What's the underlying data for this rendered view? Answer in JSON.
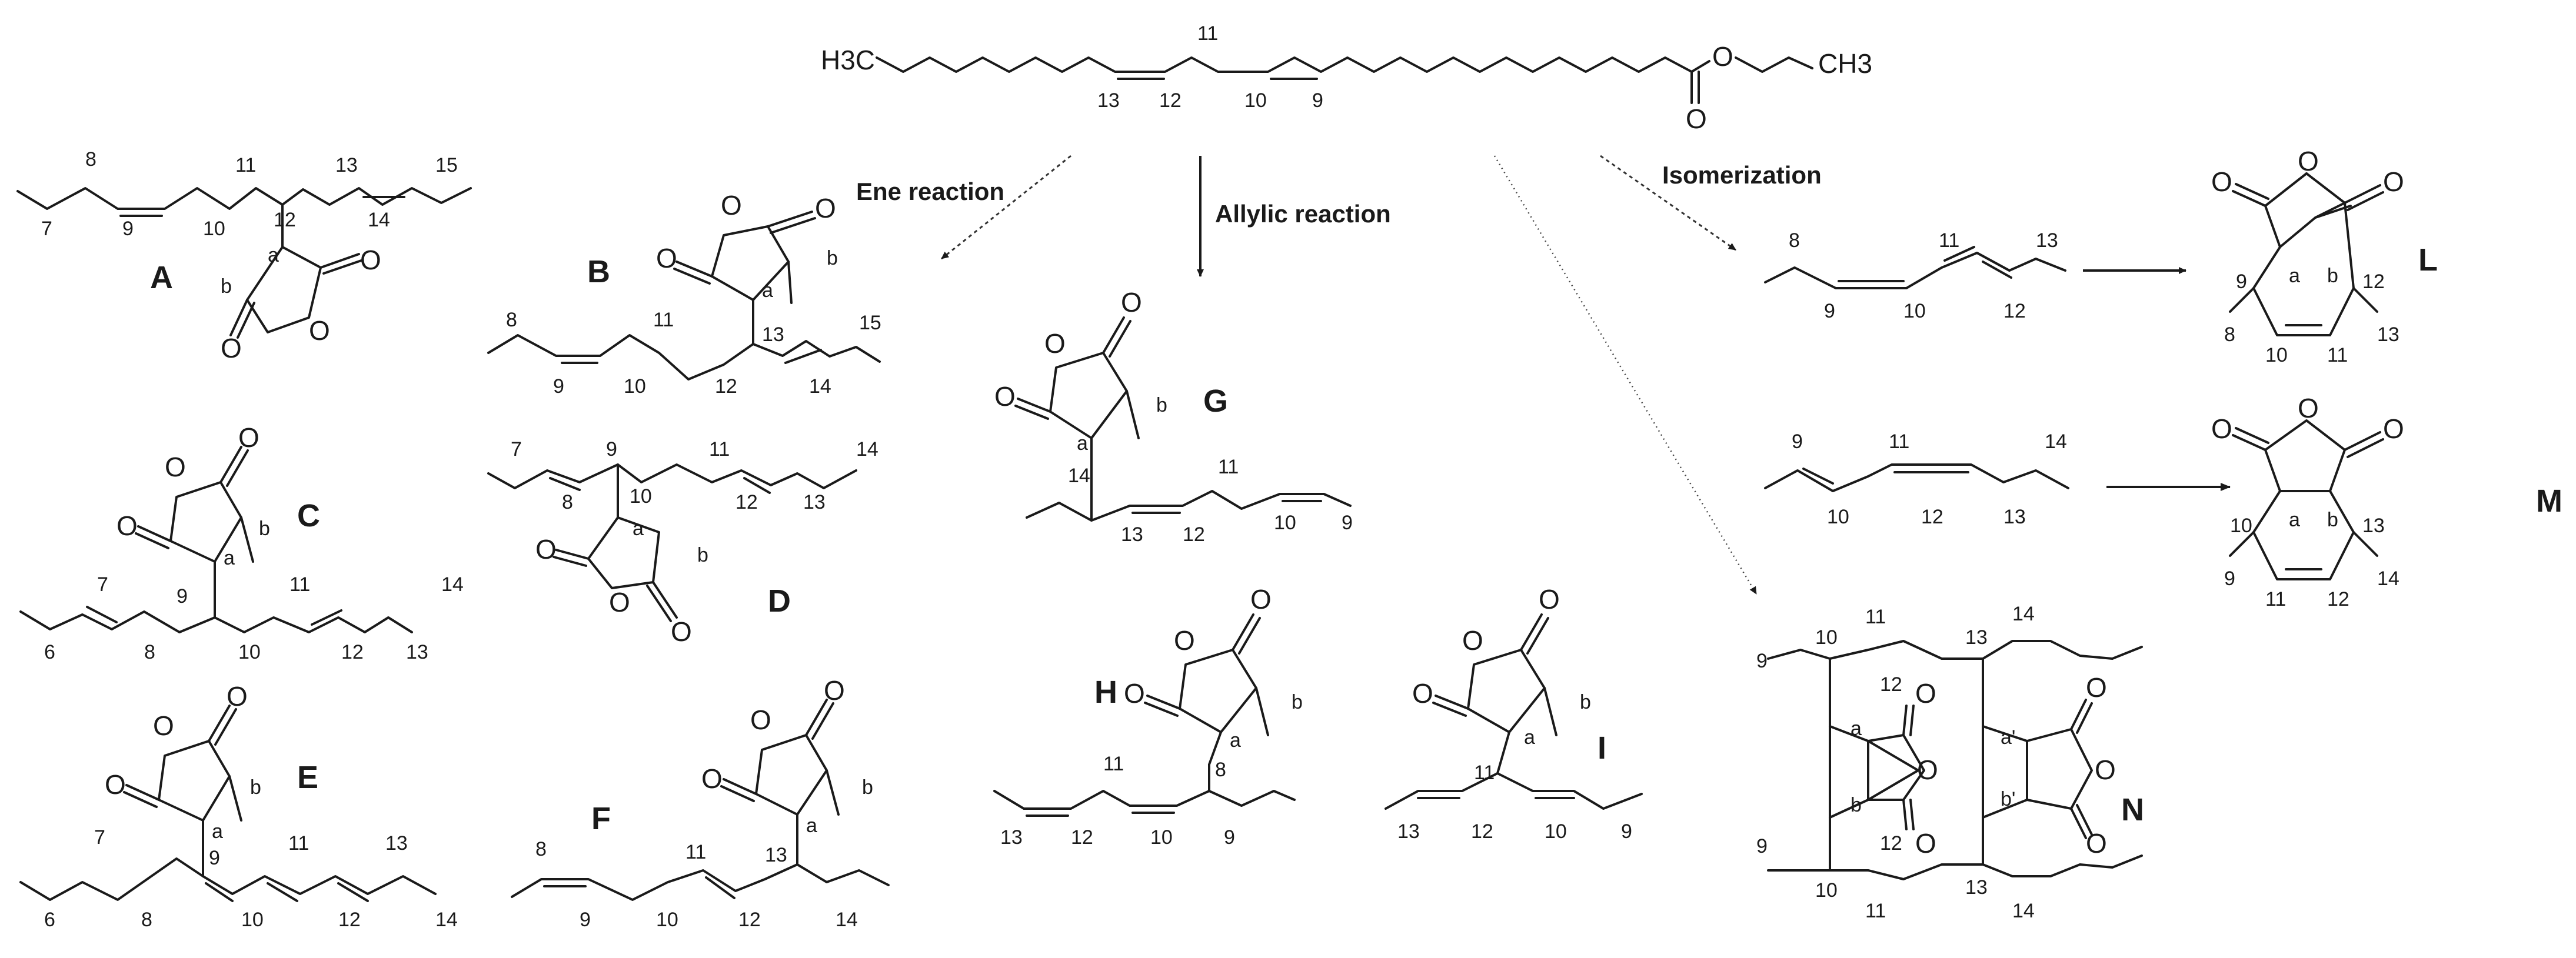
{
  "figure": {
    "start_material": {
      "left_group": "H3C",
      "right_group": "CH3",
      "ester_oxygen": "O",
      "carbonyl_oxygen": "O",
      "carbon_numbers": [
        "11",
        "13",
        "12",
        "10",
        "9"
      ]
    },
    "reactions": {
      "ene": "Ene reaction",
      "allylic": "Allylic reaction",
      "isomerization": "Isomerization"
    },
    "compounds": {
      "A": {
        "label": "A",
        "numbers": [
          "8",
          "11",
          "13",
          "15",
          "7",
          "9",
          "10",
          "12",
          "14",
          "a",
          "b"
        ]
      },
      "B": {
        "label": "B",
        "numbers": [
          "b",
          "a",
          "8",
          "11",
          "13",
          "15",
          "9",
          "10",
          "12",
          "14"
        ]
      },
      "C": {
        "label": "C",
        "numbers": [
          "b",
          "a",
          "7",
          "9",
          "11",
          "14",
          "6",
          "8",
          "10",
          "12",
          "13"
        ]
      },
      "D": {
        "label": "D",
        "numbers": [
          "7",
          "9",
          "11",
          "14",
          "8",
          "10",
          "12",
          "13",
          "a",
          "b"
        ]
      },
      "E": {
        "label": "E",
        "numbers": [
          "b",
          "a",
          "7",
          "9",
          "11",
          "13",
          "6",
          "8",
          "10",
          "12",
          "14"
        ]
      },
      "F": {
        "label": "F",
        "numbers": [
          "b",
          "a",
          "8",
          "11",
          "13",
          "9",
          "10",
          "12",
          "14"
        ]
      },
      "G": {
        "label": "G",
        "numbers": [
          "b",
          "a",
          "14",
          "11",
          "13",
          "12",
          "10",
          "9"
        ]
      },
      "H": {
        "label": "H",
        "numbers": [
          "b",
          "a",
          "8",
          "11",
          "13",
          "12",
          "10",
          "9"
        ]
      },
      "I": {
        "label": "I",
        "numbers": [
          "b",
          "a",
          "11",
          "13",
          "12",
          "10",
          "9"
        ]
      },
      "isomer1": {
        "numbers": [
          "8",
          "11",
          "13",
          "9",
          "10",
          "12"
        ]
      },
      "isomer2": {
        "numbers": [
          "9",
          "11",
          "14",
          "10",
          "12",
          "13"
        ]
      },
      "L": {
        "label": "L",
        "numbers": [
          "9",
          "a",
          "b",
          "12",
          "8",
          "10",
          "11",
          "13"
        ]
      },
      "M": {
        "label": "M",
        "numbers": [
          "10",
          "a",
          "b",
          "13",
          "9",
          "11",
          "12",
          "14"
        ]
      },
      "N": {
        "label": "N",
        "numbers": [
          "10",
          "11",
          "13",
          "14",
          "9",
          "12",
          "12",
          "a",
          "a'",
          "b",
          "b'",
          "9",
          "10",
          "11",
          "13",
          "14"
        ]
      }
    },
    "oxygen_symbol": "O"
  }
}
